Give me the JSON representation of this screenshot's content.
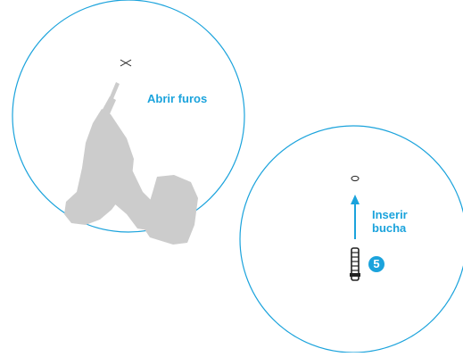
{
  "colors": {
    "accent": "#1ba3dc",
    "tool_gray": "#cccccc",
    "line_dark": "#222222"
  },
  "panel_drill": {
    "label": "Abrir furos",
    "icons": [
      "drill-mark-x-icon",
      "power-drill-icon"
    ]
  },
  "panel_anchor": {
    "label_line1": "Inserir",
    "label_line2": "bucha",
    "step_number": "5",
    "icons": [
      "hole-mark-icon",
      "insert-arrow-up-icon",
      "wall-anchor-icon"
    ]
  }
}
